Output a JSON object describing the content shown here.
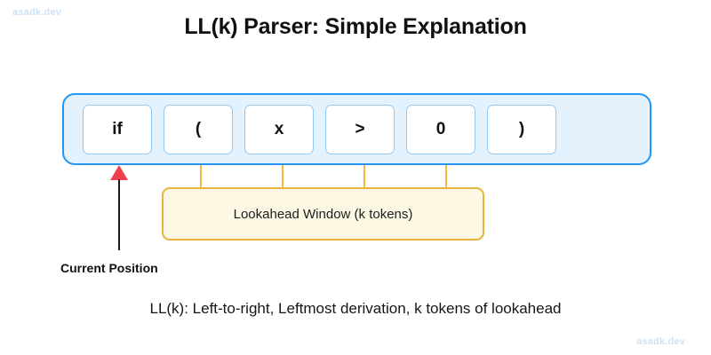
{
  "watermarks": {
    "top_left": "asadk.dev",
    "bottom_right": "asadk.dev"
  },
  "title": "LL(k) Parser: Simple Explanation",
  "token_strip": {
    "tokens": [
      {
        "label": "if"
      },
      {
        "label": "("
      },
      {
        "label": "x"
      },
      {
        "label": ">"
      },
      {
        "label": "0"
      },
      {
        "label": ")"
      }
    ]
  },
  "pointer": {
    "label": "Current Position",
    "points_at_token_index": 0,
    "color": "#ef404f"
  },
  "lookahead": {
    "label": "Lookahead Window (k tokens)",
    "covered_token_indices": [
      1,
      2,
      3,
      4
    ],
    "border_color": "#e8b33e",
    "fill_color": "#fdf8e3"
  },
  "caption": "LL(k): Left-to-right, Leftmost derivation, k tokens of lookahead",
  "colors": {
    "strip_fill": "#e3f2fd",
    "strip_border": "#2196f3",
    "token_border": "#90caf9",
    "watermark": "#cfe2f3",
    "background": "#ffffff"
  }
}
